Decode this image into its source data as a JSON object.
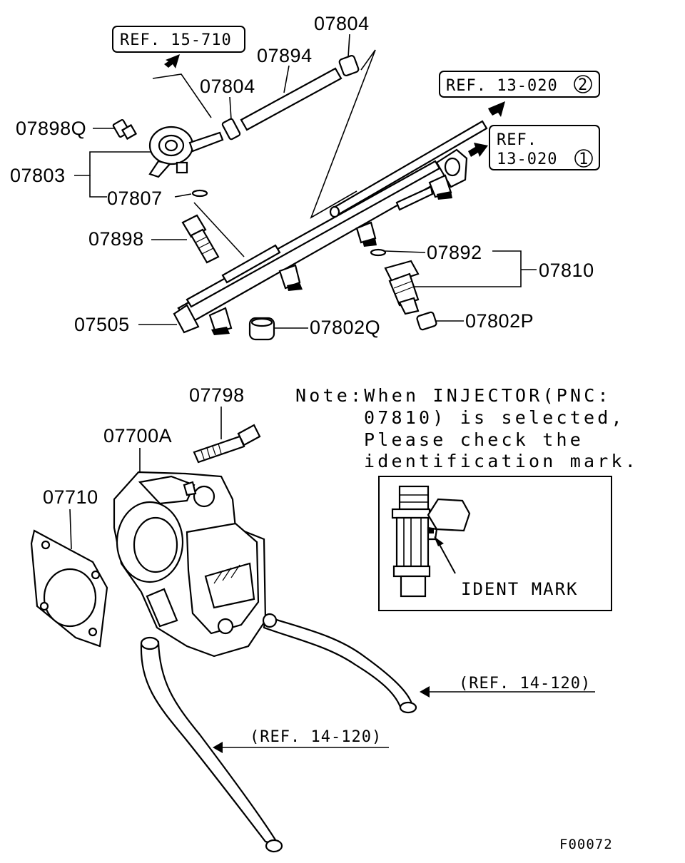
{
  "labels": {
    "p07804_top": "07804",
    "p07894": "07894",
    "p07804_mid": "07804",
    "p07898Q": "07898Q",
    "p07803": "07803",
    "p07807": "07807",
    "p07898": "07898",
    "p07892": "07892",
    "p07810": "07810",
    "p07505": "07505",
    "p07802Q": "07802Q",
    "p07802P": "07802P",
    "p07798": "07798",
    "p07700A": "07700A",
    "p07710": "07710"
  },
  "refs": {
    "ref_15_710": "REF. 15-710",
    "ref_13_020_2_text": "REF. 13-020",
    "ref_13_020_2_circle": "2",
    "ref_13_020_1_line1": "REF.",
    "ref_13_020_1_line2": "13-020",
    "ref_13_020_1_circle": "1",
    "ref_14_120_right": "(REF. 14-120)",
    "ref_14_120_left": "(REF. 14-120)"
  },
  "note": {
    "line1": "Note:When INJECTOR(PNC:",
    "line2": "07810) is selected,",
    "line3": "Please check the",
    "line4": "identification mark.",
    "ident_mark": "IDENT MARK"
  },
  "figure_id": "F00072"
}
